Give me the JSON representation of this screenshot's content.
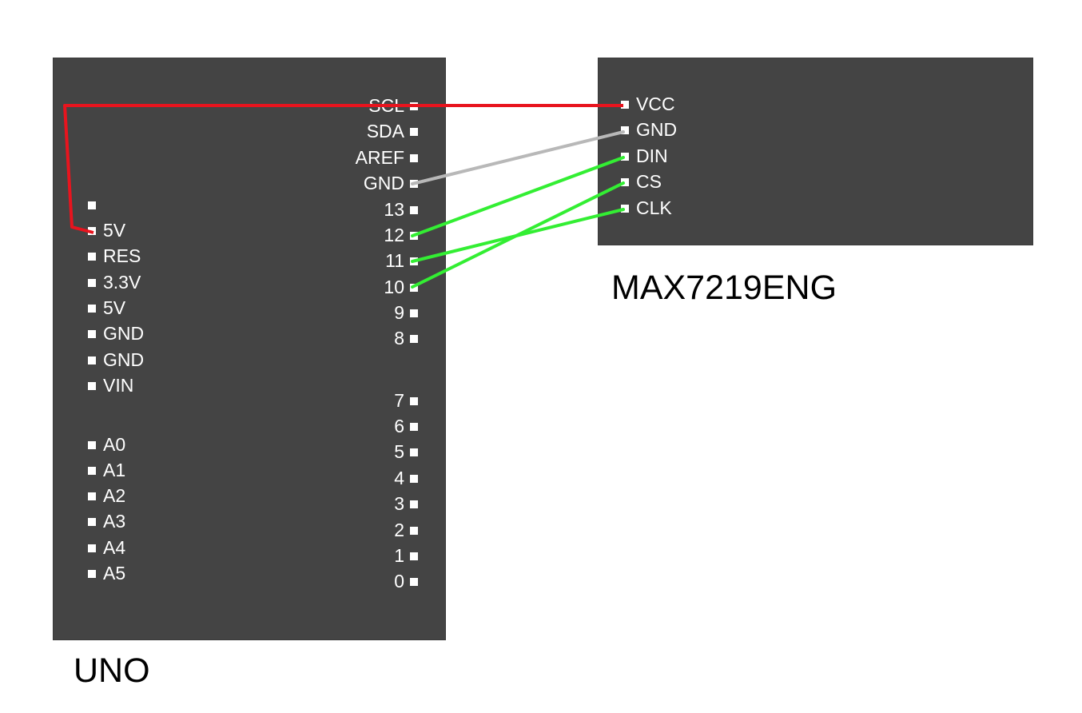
{
  "boards": {
    "uno": {
      "title": "UNO",
      "right_pins": [
        "SCL",
        "SDA",
        "AREF",
        "GND",
        "13",
        "12",
        "11",
        "10",
        "9",
        "8",
        "7",
        "6",
        "5",
        "4",
        "3",
        "2",
        "1",
        "0"
      ],
      "left_pins": [
        "",
        "5V",
        "RES",
        "3.3V",
        "5V",
        "GND",
        "GND",
        "VIN",
        "A0",
        "A1",
        "A2",
        "A3",
        "A4",
        "A5"
      ]
    },
    "max": {
      "title": "MAX7219ENG",
      "pins": [
        "VCC",
        "GND",
        "DIN",
        "CS",
        "CLK"
      ]
    }
  },
  "connections": [
    {
      "from": "UNO 5V",
      "to": "MAX7219ENG VCC",
      "color": "#e8141e"
    },
    {
      "from": "UNO GND",
      "to": "MAX7219ENG GND",
      "color": "#b8b8b8"
    },
    {
      "from": "UNO 12",
      "to": "MAX7219ENG DIN",
      "color": "#33ee33"
    },
    {
      "from": "UNO 11",
      "to": "MAX7219ENG CLK",
      "color": "#33ee33"
    },
    {
      "from": "UNO 10",
      "to": "MAX7219ENG CS",
      "color": "#33ee33"
    }
  ],
  "colors": {
    "board": "#444444",
    "pin": "#ffffff"
  }
}
